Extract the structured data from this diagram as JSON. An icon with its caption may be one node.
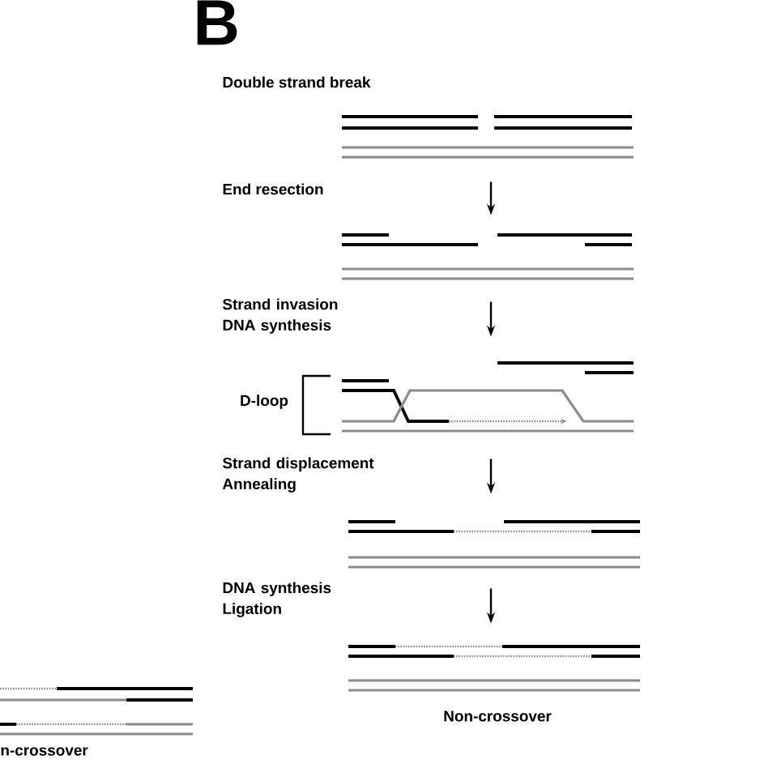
{
  "diagram": {
    "nodes": [
      {
        "text": [],
        "shape": "picture"
      },
      {
        "text": [],
        "shape": "picture"
      },
      {
        "text": [],
        "shape": "picture",
        "beside": [
          "D-loop"
        ]
      },
      {
        "text": [],
        "shape": "picture"
      },
      {
        "text": [],
        "shape": "picture",
        "beside": [
          "Non-crossover"
        ]
      }
    ],
    "edges": [
      {
        "from": 0,
        "to": 1,
        "arrow": "to"
      },
      {
        "from": 1,
        "to": 2,
        "arrow": "to"
      },
      {
        "from": 2,
        "to": 3,
        "arrow": "to"
      },
      {
        "from": 3,
        "to": 4,
        "arrow": "to"
      }
    ],
    "labels": [
      "B",
      "Double strand break",
      "End resection",
      "Strand invasion DNA synthesis",
      "Strand displacement Annealing",
      "DNA synthesis Ligation",
      "n-crossover"
    ]
  }
}
